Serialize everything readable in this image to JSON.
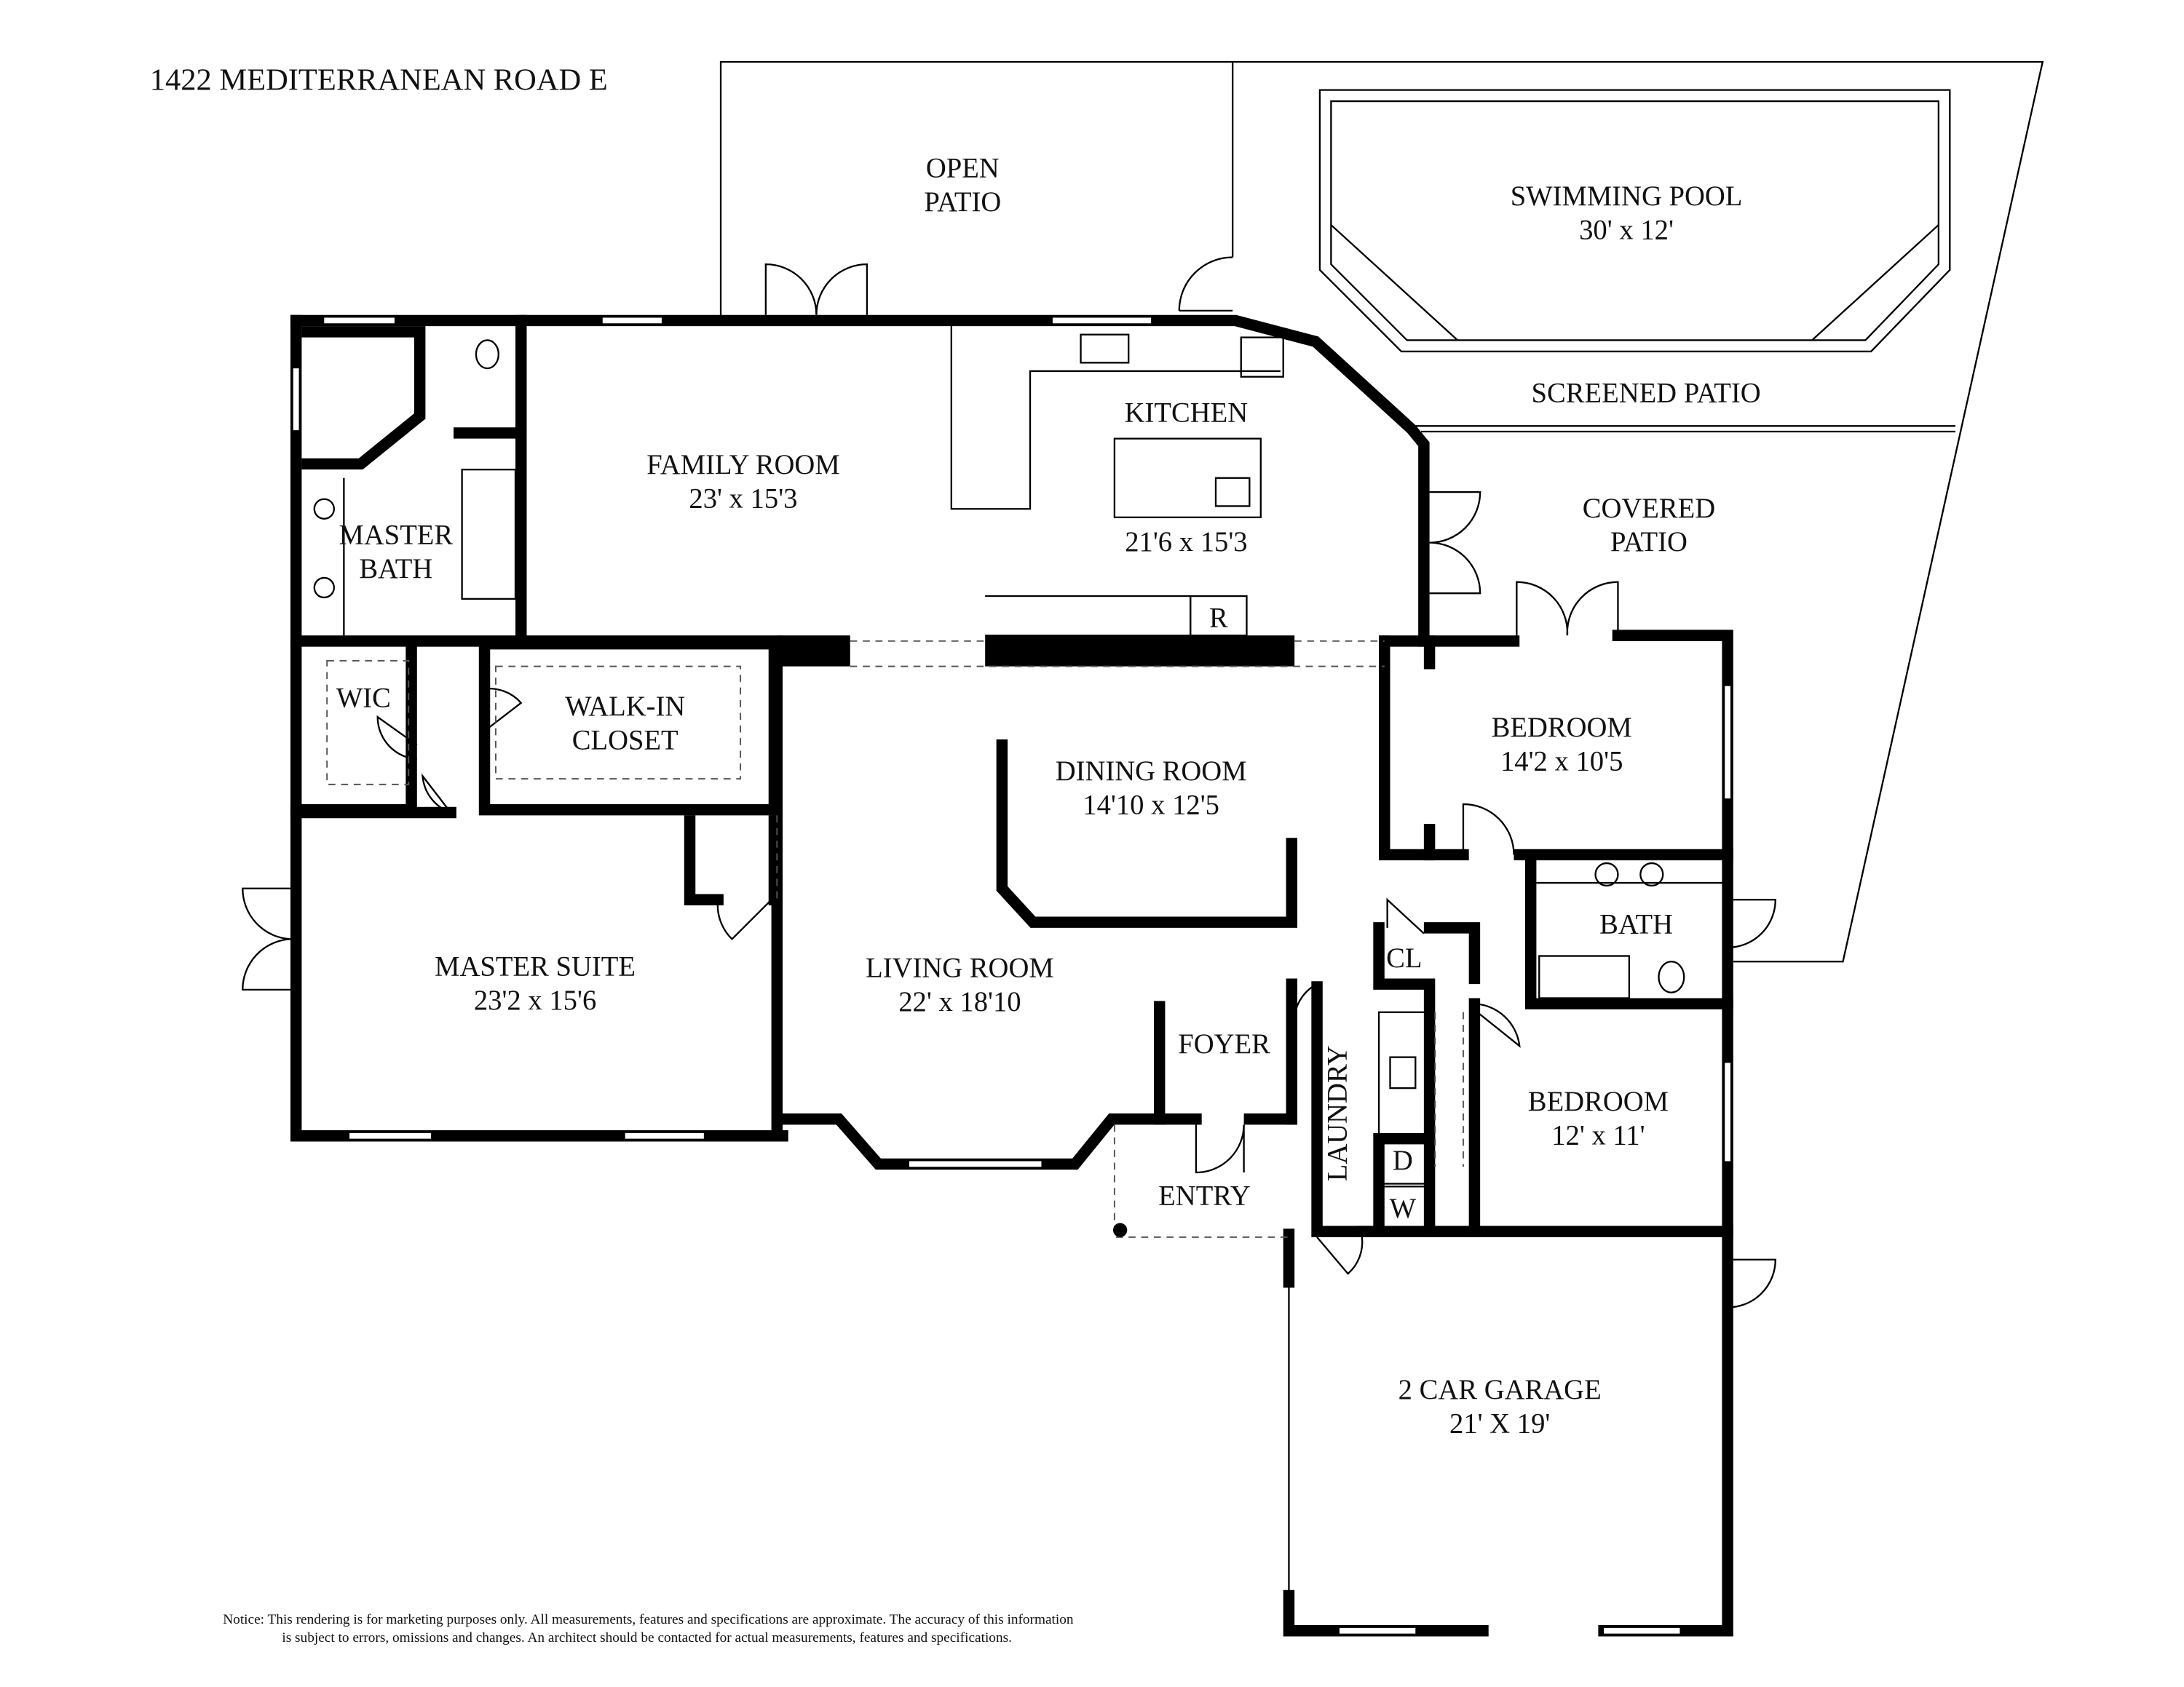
{
  "title": "1422 MEDITERRANEAN ROAD E",
  "rooms": {
    "open_patio": [
      "OPEN",
      "PATIO"
    ],
    "pool": {
      "name": "SWIMMING POOL",
      "size": "30' x 12'"
    },
    "screened_patio": "SCREENED PATIO",
    "covered_patio": [
      "COVERED",
      "PATIO"
    ],
    "kitchen": {
      "name": "KITCHEN",
      "size": "21'6 x 15'3"
    },
    "family_room": {
      "name": "FAMILY ROOM",
      "size": "23' x 15'3"
    },
    "master_bath": [
      "MASTER",
      "BATH"
    ],
    "wic": "WIC",
    "walk_in_closet": [
      "WALK-IN",
      "CLOSET"
    ],
    "dining_room": {
      "name": "DINING ROOM",
      "size": "14'10 x 12'5"
    },
    "bedroom1": {
      "name": "BEDROOM",
      "size": "14'2 x 10'5"
    },
    "bath": "BATH",
    "cl": "CL",
    "master_suite": {
      "name": "MASTER SUITE",
      "size": "23'2 x 15'6"
    },
    "living_room": {
      "name": "LIVING ROOM",
      "size": "22' x 18'10"
    },
    "foyer": "FOYER",
    "laundry": "LAUNDRY",
    "bedroom2": {
      "name": "BEDROOM",
      "size": "12' x 11'"
    },
    "entry": "ENTRY",
    "garage": {
      "name": "2 CAR GARAGE",
      "size": "21' X 19'"
    },
    "fridge": "R",
    "dryer": "D",
    "washer": "W"
  },
  "notice": [
    "Notice: This rendering is for marketing purposes only. All measurements, features and specifications are approximate. The accuracy of this information",
    "is subject to errors, omissions and changes. An architect should be contacted for actual measurements, features and specifications."
  ]
}
